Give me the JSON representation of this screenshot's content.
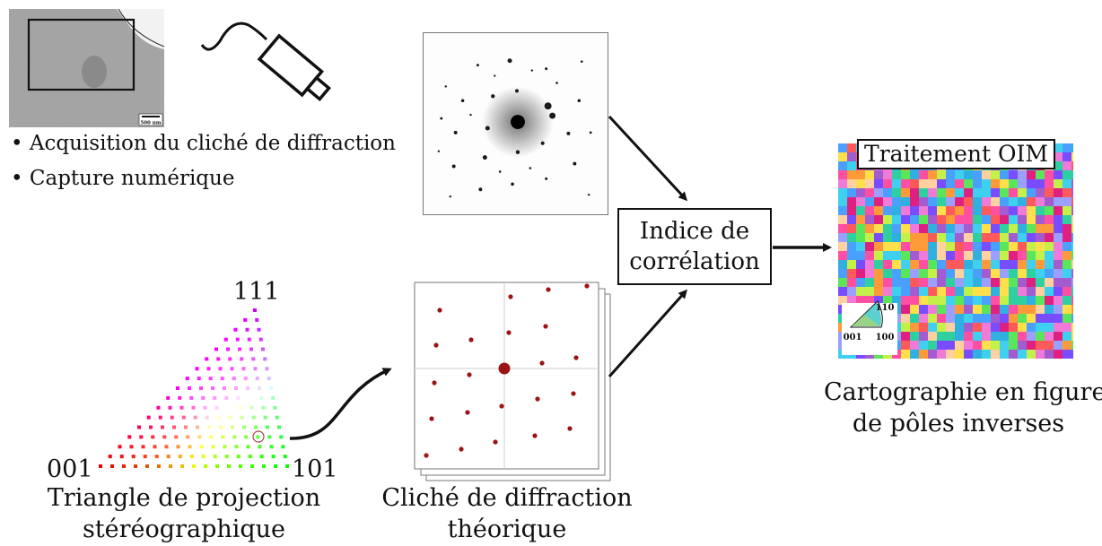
{
  "acquisition": {
    "scale_bar": "500 nm",
    "bullets": [
      "Acquisition du cliché de diffraction",
      "Capture numérique"
    ]
  },
  "correlation": {
    "line1": "Indice de",
    "line2": "corrélation"
  },
  "oim": {
    "title": "Traitement OIM",
    "legend": {
      "top": "110",
      "left": "001",
      "right": "100"
    },
    "caption": [
      "Cartographie en figures",
      "de pôles inverses"
    ]
  },
  "triangle": {
    "top": "111",
    "left": "001",
    "right": "101",
    "caption": [
      "Triangle de projection",
      "stéréographique"
    ]
  },
  "theoretical": {
    "caption": [
      "Cliché de diffraction",
      "théorique"
    ]
  },
  "colors": {
    "spot": "#9b1414",
    "line": "#111111"
  }
}
